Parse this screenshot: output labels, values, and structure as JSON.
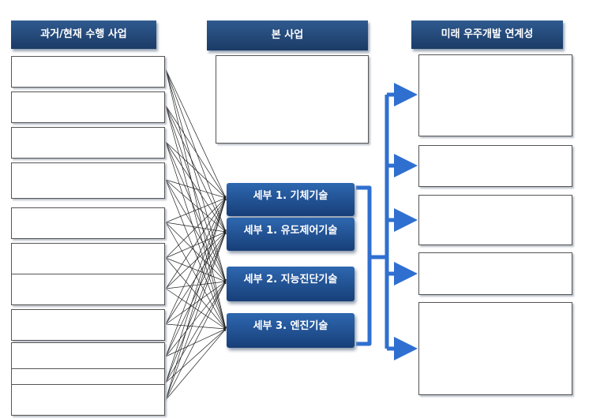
{
  "headers": {
    "left": "과거/현재 수행 사업",
    "center_title": "본 사업",
    "center_sub": "",
    "right": "미래 우주개발 연계성"
  },
  "left_boxes": [
    {
      "title": "",
      "lines": [
        "",
        ""
      ]
    },
    {
      "title": "",
      "lines": [
        "",
        ""
      ]
    },
    {
      "title": "",
      "lines": [
        "",
        ""
      ]
    },
    {
      "title": "",
      "lines": [
        "",
        ""
      ]
    },
    {
      "title": "",
      "lines": [
        "",
        ""
      ]
    },
    {
      "title": "",
      "lines": [
        "",
        ""
      ]
    },
    {
      "title": "",
      "lines": [
        "",
        ""
      ]
    },
    {
      "title": "",
      "lines": [
        "",
        ""
      ]
    },
    {
      "title": "",
      "lines": [
        "",
        ""
      ]
    },
    {
      "title": "",
      "lines": [
        "",
        ""
      ]
    },
    {
      "title": "",
      "lines": [
        "",
        ""
      ]
    }
  ],
  "center_info": {
    "items": [
      {
        "text": "",
        "red": false
      },
      {
        "text": "",
        "red": false
      },
      {
        "text": "",
        "red": true
      },
      {
        "text": "",
        "red": false
      },
      {
        "text": "",
        "red": false
      },
      {
        "text": "",
        "red": false
      },
      {
        "text": "",
        "red": false
      },
      {
        "text": "",
        "red": false
      },
      {
        "text": "",
        "red": true
      }
    ]
  },
  "subprojects": [
    {
      "title": "세부 1. 기체기술",
      "desc": ""
    },
    {
      "title": "세부 1. 유도제어기술",
      "desc": ""
    },
    {
      "title": "세부 2. 지능진단기술",
      "desc": ""
    },
    {
      "title": "세부 3. 엔진기술",
      "desc": ""
    }
  ],
  "right_boxes": [
    {
      "lines": [
        "",
        "",
        "",
        "",
        "",
        "",
        "",
        ""
      ]
    },
    {
      "lines": [
        "",
        "",
        "",
        ""
      ]
    },
    {
      "lines": [
        "",
        "",
        "",
        "",
        ""
      ]
    },
    {
      "lines": [
        "",
        "",
        "",
        ""
      ]
    },
    {
      "lines": [
        "",
        "",
        "",
        "",
        "",
        "",
        "",
        "",
        "",
        ""
      ]
    }
  ],
  "colors": {
    "header_blue": "#1b3b66",
    "sub_blue": "#2e67b0",
    "connector_blue": "#2f6fd0",
    "highlight_red": "#e0211b"
  }
}
